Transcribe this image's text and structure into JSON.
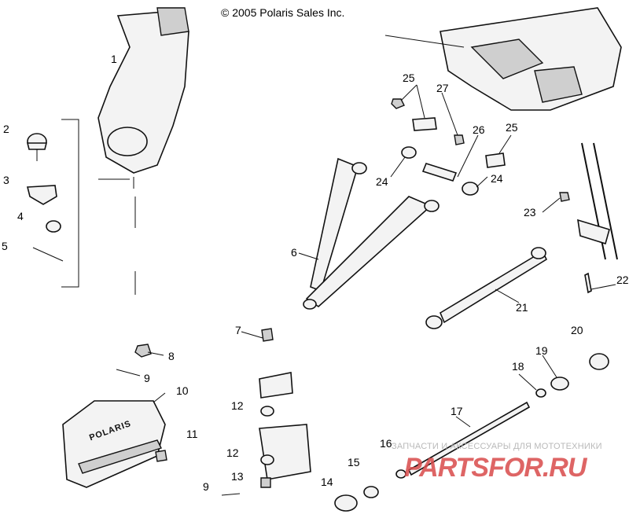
{
  "diagram": {
    "copyright": "© 2005 Polaris Sales Inc.",
    "guard_brand": "POLARIS",
    "watermark": {
      "tagline": "ЗАПЧАСТИ И АКСЕССУАРЫ ДЛЯ МОТОТЕХНИКИ",
      "logo": "PARTSFOR.RU"
    },
    "callouts": [
      "1",
      "2",
      "3",
      "4",
      "5",
      "6",
      "7",
      "8",
      "9",
      "10",
      "11",
      "12",
      "12",
      "13",
      "9",
      "14",
      "15",
      "16",
      "17",
      "18",
      "19",
      "20",
      "21",
      "22",
      "23",
      "24",
      "24",
      "25",
      "25",
      "26",
      "27"
    ]
  }
}
